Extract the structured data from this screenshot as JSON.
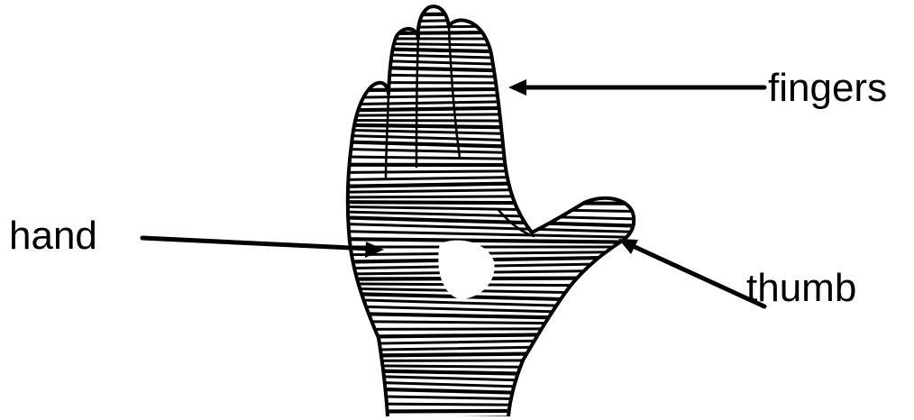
{
  "labels": {
    "fingers": "fingers",
    "hand": "hand",
    "thumb": "thumb"
  },
  "colors": {
    "ink": "#000000",
    "background": "#ffffff"
  }
}
